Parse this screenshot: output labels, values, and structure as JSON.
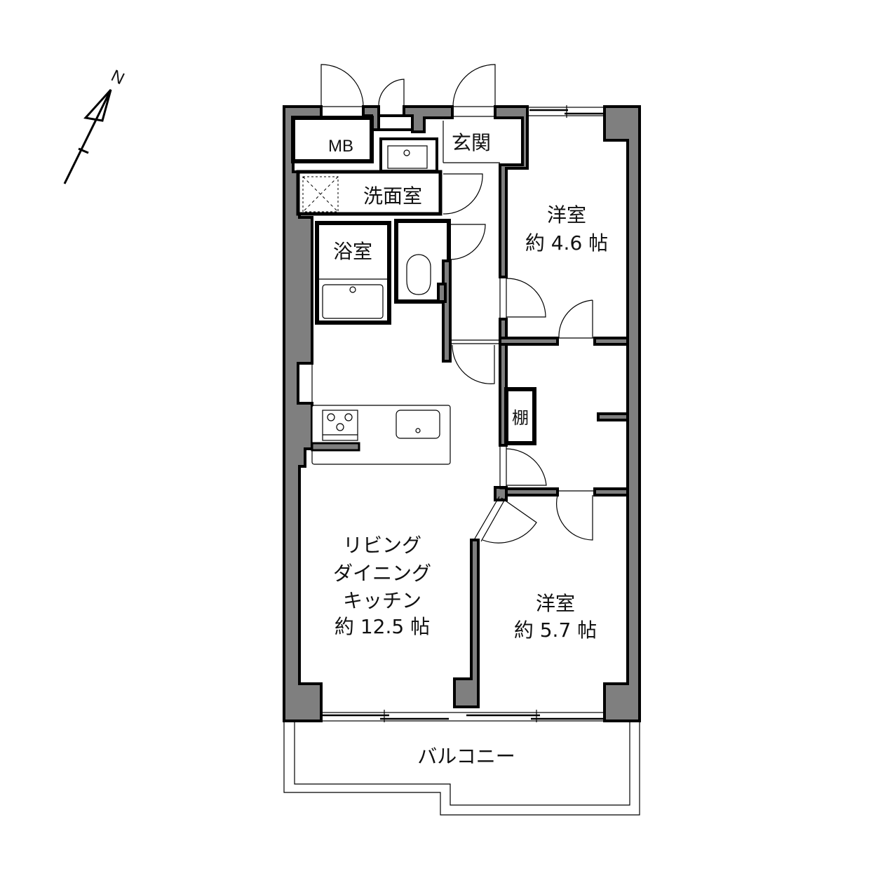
{
  "compass": {
    "north_label": "N"
  },
  "rooms": {
    "mb": "MB",
    "genkan": "玄関",
    "washroom": "洗面室",
    "bathroom": "浴室",
    "western_room_1": {
      "name": "洋室",
      "size": "約 4.6 帖"
    },
    "shelf": "棚",
    "ldk": {
      "line1": "リビング",
      "line2": "ダイニング",
      "line3": "キッチン",
      "size": "約 12.5 帖"
    },
    "western_room_2": {
      "name": "洋室",
      "size": "約 5.7 帖"
    },
    "balcony": "バルコニー"
  }
}
